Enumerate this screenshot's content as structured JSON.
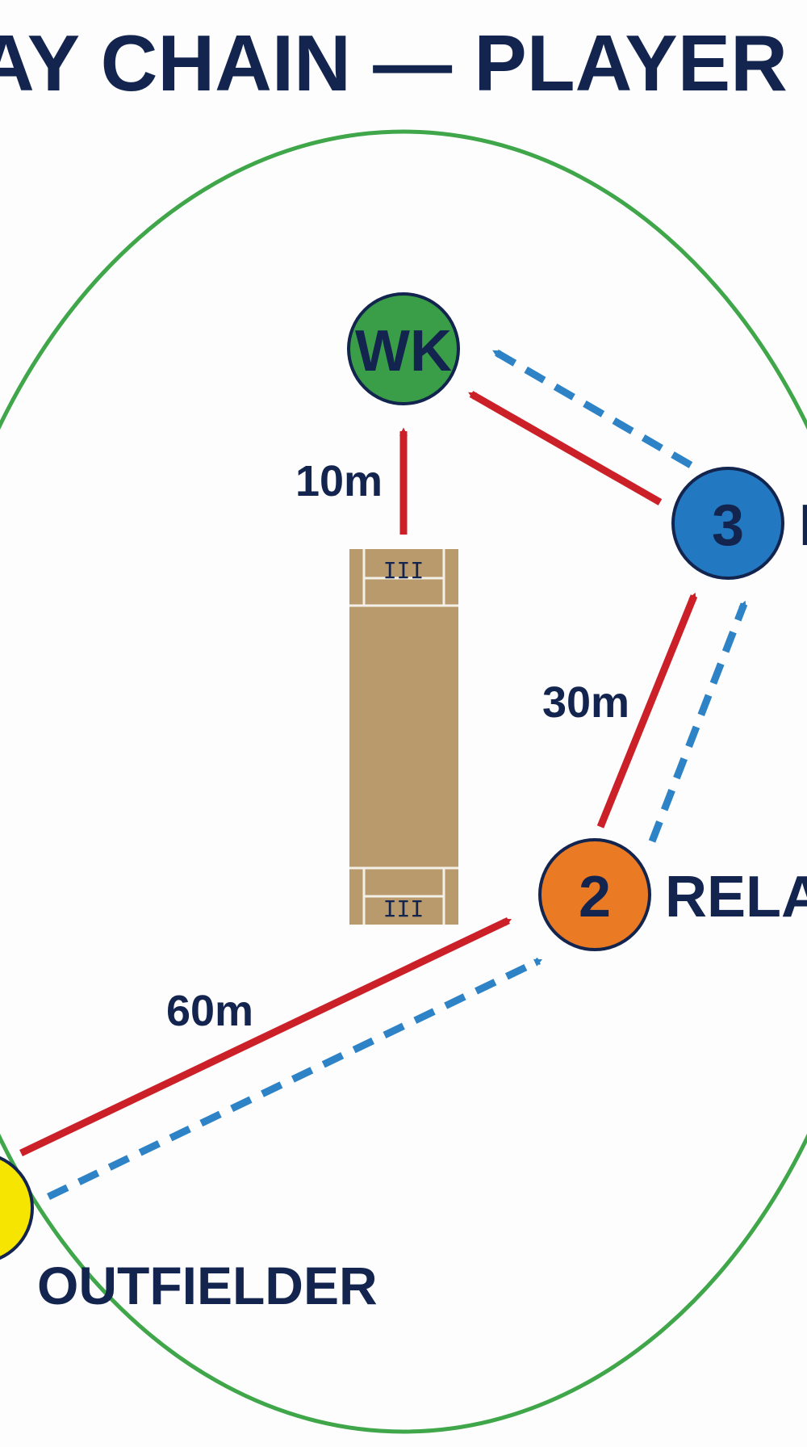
{
  "title": "AY CHAIN — PLAYER POSITIO",
  "colors": {
    "background": "#fdfdfd",
    "navy_text": "#13244f",
    "boundary": "#3fa64a",
    "pitch": "#b89a6c",
    "pitch_lines": "#f3f0e8",
    "throw_arrow": "#cc2029",
    "return_arrow": "#2d83c6",
    "node_wk": "#3a9e48",
    "node_3": "#2279c2",
    "node_2": "#ea7b24",
    "node_outfielder": "#f6e500"
  },
  "nodes": {
    "wk": {
      "text": "WK",
      "color": "#3a9e48"
    },
    "relay3": {
      "text": "3",
      "label": "I",
      "color": "#2279c2"
    },
    "relay2": {
      "text": "2",
      "label": "RELAY",
      "color": "#ea7b24"
    },
    "outfielder": {
      "text": "",
      "label": "OUTFIELDER",
      "color": "#f6e500"
    }
  },
  "distances": {
    "to_wk": "10m",
    "relay2_to_relay3": "30m",
    "outfielder_to_relay2": "60m"
  },
  "pitch": {
    "stumps_top": "III",
    "stumps_bottom": "III"
  }
}
